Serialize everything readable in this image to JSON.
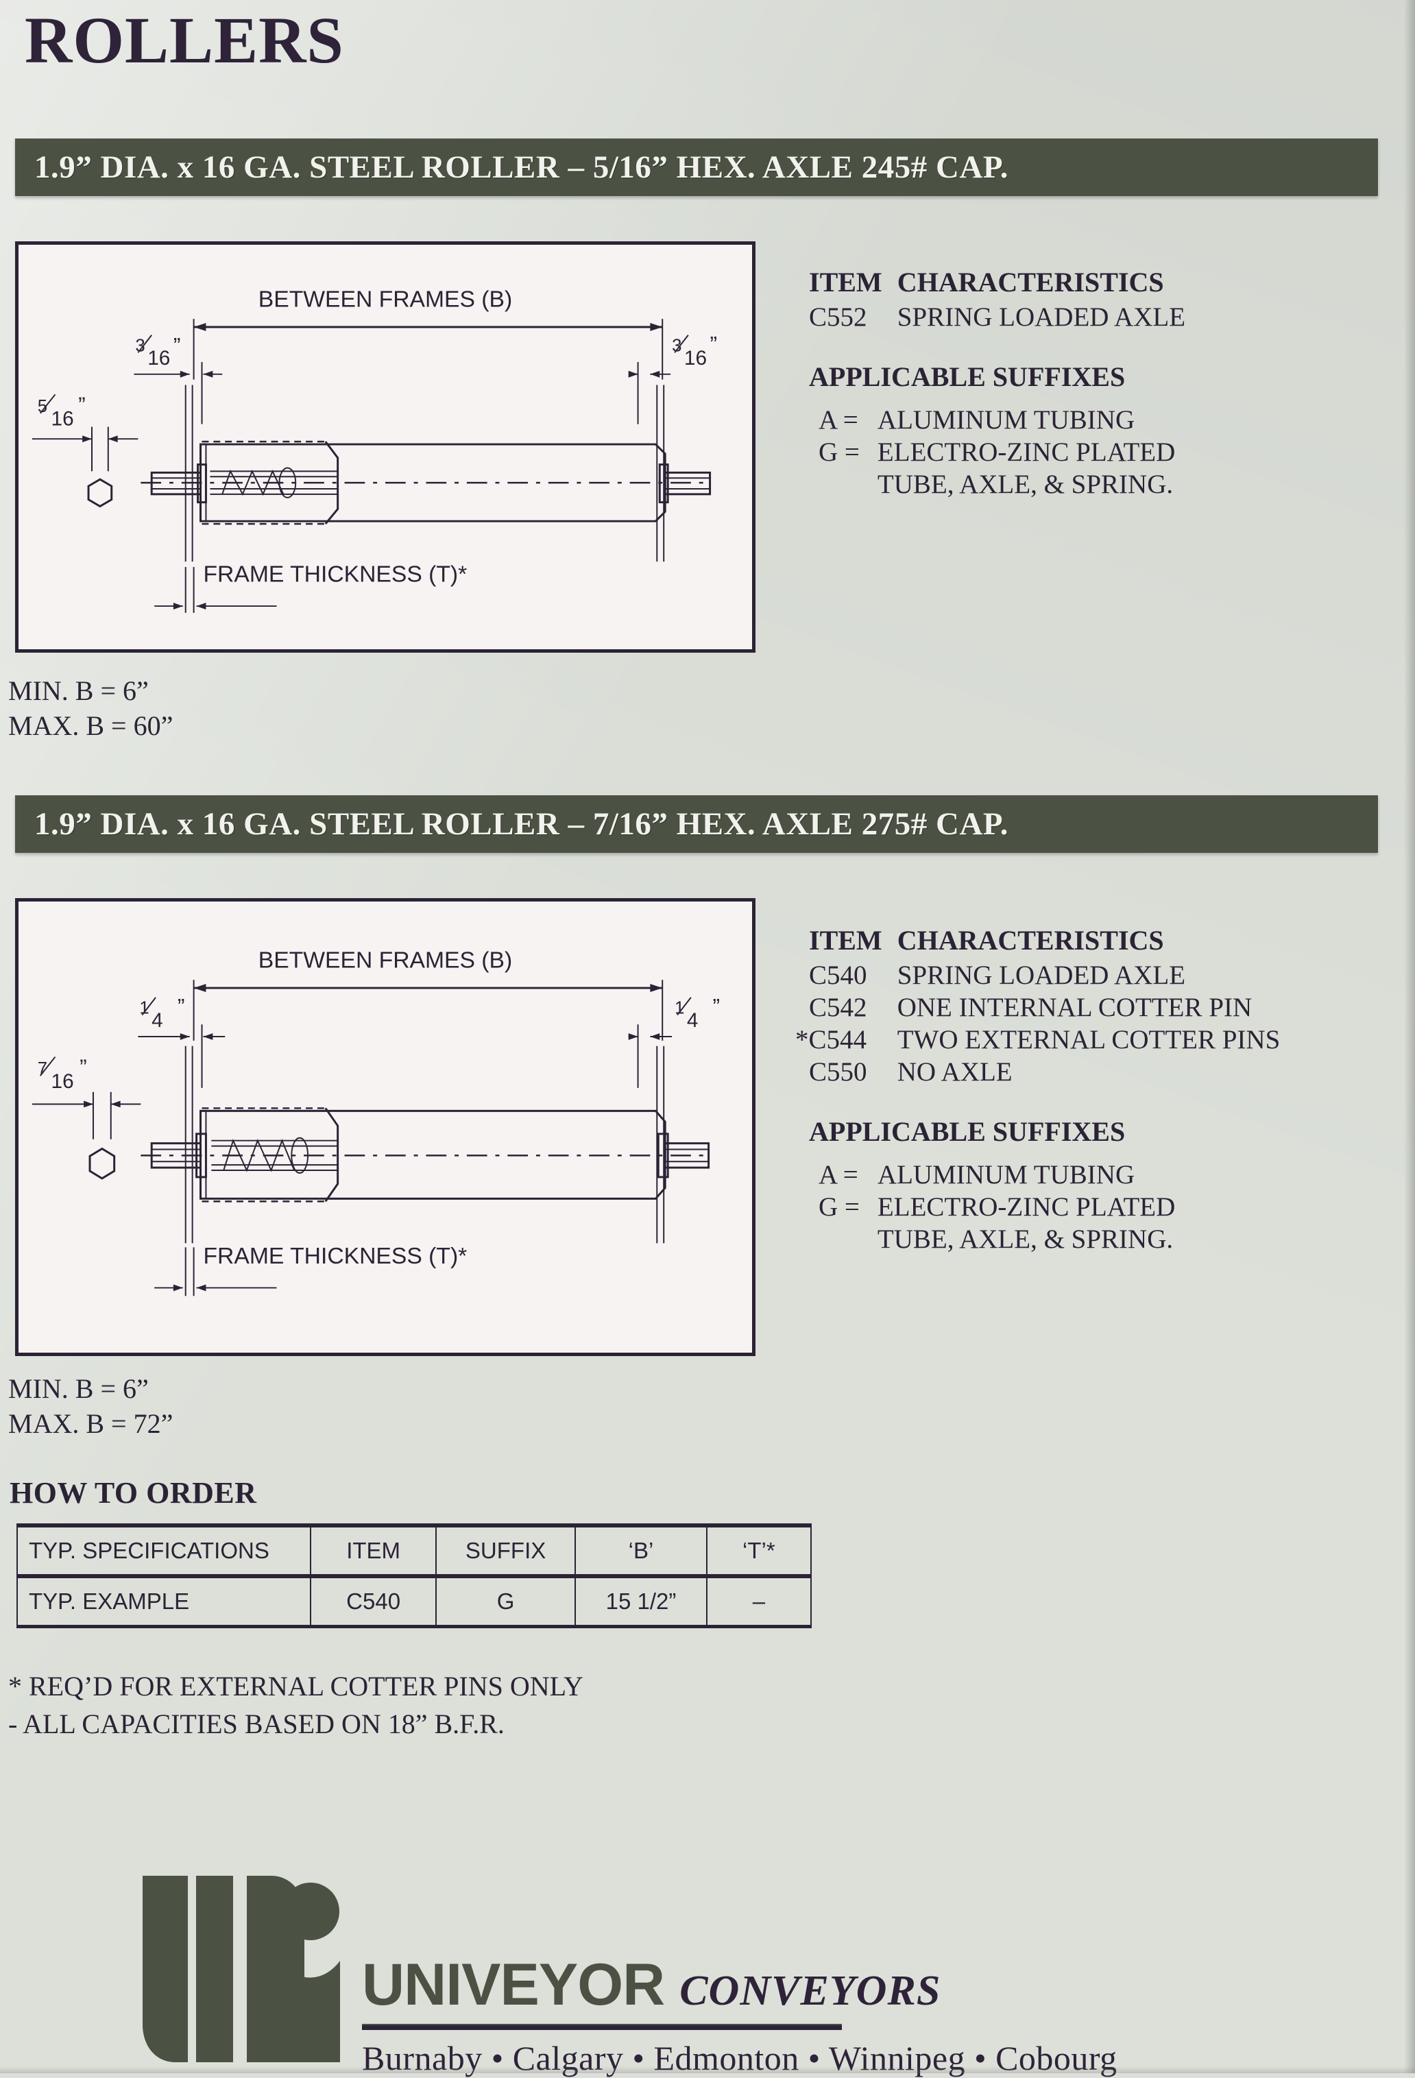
{
  "page": {
    "title": "ROLLERS",
    "background_color": "#dde0da",
    "accent_green": "#4b5244",
    "ink_color": "#2b2335"
  },
  "sections": [
    {
      "banner": "1.9” DIA. x 16 GA. STEEL ROLLER – 5/16” HEX. AXLE 245# CAP.",
      "diagram": {
        "between_frames_label": "BETWEEN FRAMES (B)",
        "frame_thickness_label": "FRAME THICKNESS (T)*",
        "gap_left": {
          "num": "3",
          "den": "16",
          "unit": "”"
        },
        "gap_right": {
          "num": "3",
          "den": "16",
          "unit": "”"
        },
        "hex_size": {
          "num": "5",
          "den": "16",
          "unit": "”"
        }
      },
      "spec": {
        "col_item_header": "ITEM",
        "col_char_header": "CHARACTERISTICS",
        "rows": [
          {
            "item": "C552",
            "star": "",
            "characteristic": "SPRING LOADED AXLE"
          }
        ],
        "suffixes_header": "APPLICABLE SUFFIXES",
        "suffixes": [
          {
            "key": "A =",
            "value": "ALUMINUM TUBING",
            "value2": ""
          },
          {
            "key": "G =",
            "value": "ELECTRO-ZINC PLATED",
            "value2": "TUBE, AXLE, & SPRING."
          }
        ]
      },
      "min_b": "MIN. B = 6”",
      "max_b": "MAX. B = 60”"
    },
    {
      "banner": "1.9” DIA. x 16 GA. STEEL ROLLER – 7/16” HEX. AXLE 275# CAP.",
      "diagram": {
        "between_frames_label": "BETWEEN FRAMES (B)",
        "frame_thickness_label": "FRAME THICKNESS (T)*",
        "gap_left": {
          "num": "1",
          "den": "4",
          "unit": "”"
        },
        "gap_right": {
          "num": "1",
          "den": "4",
          "unit": "”"
        },
        "hex_size": {
          "num": "7",
          "den": "16",
          "unit": "”"
        }
      },
      "spec": {
        "col_item_header": "ITEM",
        "col_char_header": "CHARACTERISTICS",
        "rows": [
          {
            "item": "C540",
            "star": "",
            "characteristic": "SPRING LOADED AXLE"
          },
          {
            "item": "C542",
            "star": "",
            "characteristic": "ONE INTERNAL COTTER PIN"
          },
          {
            "item": "C544",
            "star": "*",
            "characteristic": "TWO EXTERNAL COTTER PINS"
          },
          {
            "item": "C550",
            "star": "",
            "characteristic": "NO AXLE"
          }
        ],
        "suffixes_header": "APPLICABLE SUFFIXES",
        "suffixes": [
          {
            "key": "A =",
            "value": "ALUMINUM TUBING",
            "value2": ""
          },
          {
            "key": "G =",
            "value": "ELECTRO-ZINC PLATED",
            "value2": "TUBE, AXLE, & SPRING."
          }
        ]
      },
      "min_b": "MIN. B = 6”",
      "max_b": "MAX. B = 72”"
    }
  ],
  "how_to_order": {
    "title": "HOW TO ORDER",
    "headers": [
      "TYP. SPECIFICATIONS",
      "ITEM",
      "SUFFIX",
      "‘B’",
      "‘T’*"
    ],
    "rows": [
      [
        "TYP. EXAMPLE",
        "C540",
        "G",
        "15 1/2”",
        "–"
      ]
    ]
  },
  "footnotes": [
    "* REQ’D FOR EXTERNAL COTTER PINS ONLY",
    "-  ALL CAPACITIES BASED ON 18” B.F.R."
  ],
  "footer": {
    "brand_name": "UNIVEYOR",
    "brand_sub": "CONVEYORS",
    "cities": "Burnaby • Calgary • Edmonton • Winnipeg • Cobourg",
    "logo_icon": "univeyor-uni-logo"
  }
}
